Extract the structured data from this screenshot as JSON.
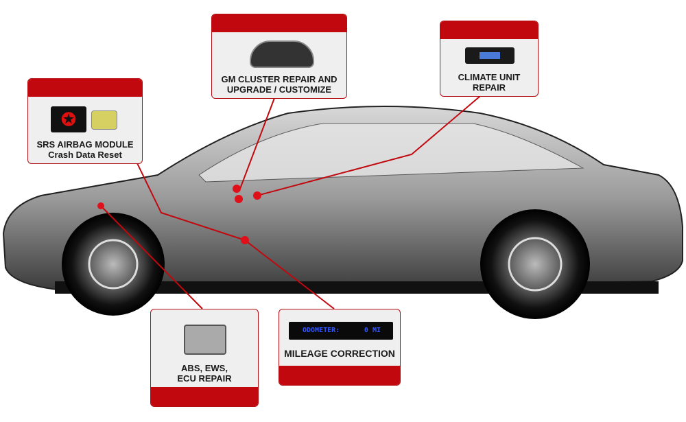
{
  "colors": {
    "accent": "#c1080e",
    "card": "#efefef",
    "display": "#3355ff"
  },
  "cards": {
    "srs": {
      "line1": "SRS AIRBAG MODULE",
      "line2": "Crash Data Reset"
    },
    "cluster": {
      "line1": "GM CLUSTER REPAIR AND",
      "line2": "UPGRADE / CUSTOMIZE"
    },
    "climate": {
      "line1": "CLIMATE UNIT",
      "line2": "REPAIR"
    },
    "abs": {
      "line1": "ABS, EWS,",
      "line2": "ECU REPAIR"
    },
    "mileage": {
      "line1": "MILEAGE CORRECTION",
      "display_label": "ODOMETER:",
      "display_value": "0 MI"
    }
  }
}
